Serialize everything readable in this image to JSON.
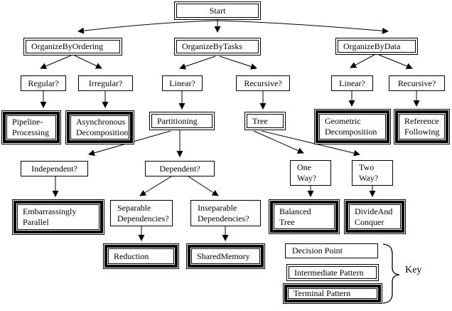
{
  "diagram": {
    "colors": {
      "ink": "#000000",
      "background": "#ffffff"
    },
    "nodes": [
      {
        "id": "start",
        "label": "Start",
        "kind": "intermediate"
      },
      {
        "id": "organize-by-ordering",
        "label": "OrganizeByOrdering",
        "kind": "intermediate"
      },
      {
        "id": "organize-by-tasks",
        "label": "OrganizeByTasks",
        "kind": "intermediate"
      },
      {
        "id": "organize-by-data",
        "label": "OrganizeByData",
        "kind": "intermediate"
      },
      {
        "id": "regular",
        "label": "Regular?",
        "kind": "decision"
      },
      {
        "id": "irregular",
        "label": "Irregular?",
        "kind": "decision"
      },
      {
        "id": "linear-tasks",
        "label": "Linear?",
        "kind": "decision"
      },
      {
        "id": "recursive-tasks",
        "label": "Recursive?",
        "kind": "decision"
      },
      {
        "id": "linear-data",
        "label": "Linear?",
        "kind": "decision"
      },
      {
        "id": "recursive-data",
        "label": "Recursive?",
        "kind": "decision"
      },
      {
        "id": "pipeline-processing",
        "label": "Pipeline-\nProcessing",
        "kind": "terminal"
      },
      {
        "id": "asynchronous-decomposition",
        "label": "Asynchronous\nDecomposition",
        "kind": "terminal"
      },
      {
        "id": "partitioning",
        "label": "Partitioning",
        "kind": "intermediate"
      },
      {
        "id": "tree",
        "label": "Tree",
        "kind": "intermediate"
      },
      {
        "id": "geometric-decomposition",
        "label": "Geometric\nDecomposition",
        "kind": "terminal"
      },
      {
        "id": "reference-following",
        "label": "Reference\nFollowing",
        "kind": "terminal"
      },
      {
        "id": "independent",
        "label": "Independent?",
        "kind": "decision"
      },
      {
        "id": "dependent",
        "label": "Dependent?",
        "kind": "decision"
      },
      {
        "id": "one-way",
        "label": "One\nWay?",
        "kind": "decision"
      },
      {
        "id": "two-way",
        "label": "Two\nWay?",
        "kind": "decision"
      },
      {
        "id": "embarrassingly-parallel",
        "label": "Embarrassingly\nParallel",
        "kind": "terminal"
      },
      {
        "id": "separable-dependencies",
        "label": "Separable\nDependencies?",
        "kind": "decision"
      },
      {
        "id": "inseparable-dependencies",
        "label": "Inseparable\nDependencies?",
        "kind": "decision"
      },
      {
        "id": "balanced-tree",
        "label": "Balanced\nTree",
        "kind": "terminal"
      },
      {
        "id": "divide-and-conquer",
        "label": "DivideAnd\nConquer",
        "kind": "terminal"
      },
      {
        "id": "reduction",
        "label": "Reduction",
        "kind": "terminal"
      },
      {
        "id": "shared-memory",
        "label": "SharedMemory",
        "kind": "terminal"
      }
    ],
    "edges": [
      {
        "from": "start",
        "to": "organize-by-ordering"
      },
      {
        "from": "start",
        "to": "organize-by-tasks"
      },
      {
        "from": "start",
        "to": "organize-by-data"
      },
      {
        "from": "organize-by-ordering",
        "to": "regular"
      },
      {
        "from": "organize-by-ordering",
        "to": "irregular"
      },
      {
        "from": "regular",
        "to": "pipeline-processing"
      },
      {
        "from": "irregular",
        "to": "asynchronous-decomposition"
      },
      {
        "from": "organize-by-tasks",
        "to": "linear-tasks"
      },
      {
        "from": "organize-by-tasks",
        "to": "recursive-tasks"
      },
      {
        "from": "linear-tasks",
        "to": "partitioning"
      },
      {
        "from": "recursive-tasks",
        "to": "tree"
      },
      {
        "from": "organize-by-data",
        "to": "linear-data"
      },
      {
        "from": "organize-by-data",
        "to": "recursive-data"
      },
      {
        "from": "linear-data",
        "to": "geometric-decomposition"
      },
      {
        "from": "recursive-data",
        "to": "reference-following"
      },
      {
        "from": "partitioning",
        "to": "independent"
      },
      {
        "from": "partitioning",
        "to": "dependent"
      },
      {
        "from": "tree",
        "to": "one-way"
      },
      {
        "from": "tree",
        "to": "two-way"
      },
      {
        "from": "independent",
        "to": "embarrassingly-parallel"
      },
      {
        "from": "dependent",
        "to": "separable-dependencies"
      },
      {
        "from": "dependent",
        "to": "inseparable-dependencies"
      },
      {
        "from": "separable-dependencies",
        "to": "reduction"
      },
      {
        "from": "inseparable-dependencies",
        "to": "shared-memory"
      },
      {
        "from": "one-way",
        "to": "balanced-tree"
      },
      {
        "from": "two-way",
        "to": "divide-and-conquer"
      }
    ],
    "key": {
      "label": "Key",
      "items": [
        {
          "id": "key-decision",
          "label": "Decision Point",
          "kind": "decision"
        },
        {
          "id": "key-intermediate",
          "label": "Intermediate Pattern",
          "kind": "intermediate"
        },
        {
          "id": "key-terminal",
          "label": "Terminal Pattern",
          "kind": "terminal"
        }
      ]
    }
  }
}
